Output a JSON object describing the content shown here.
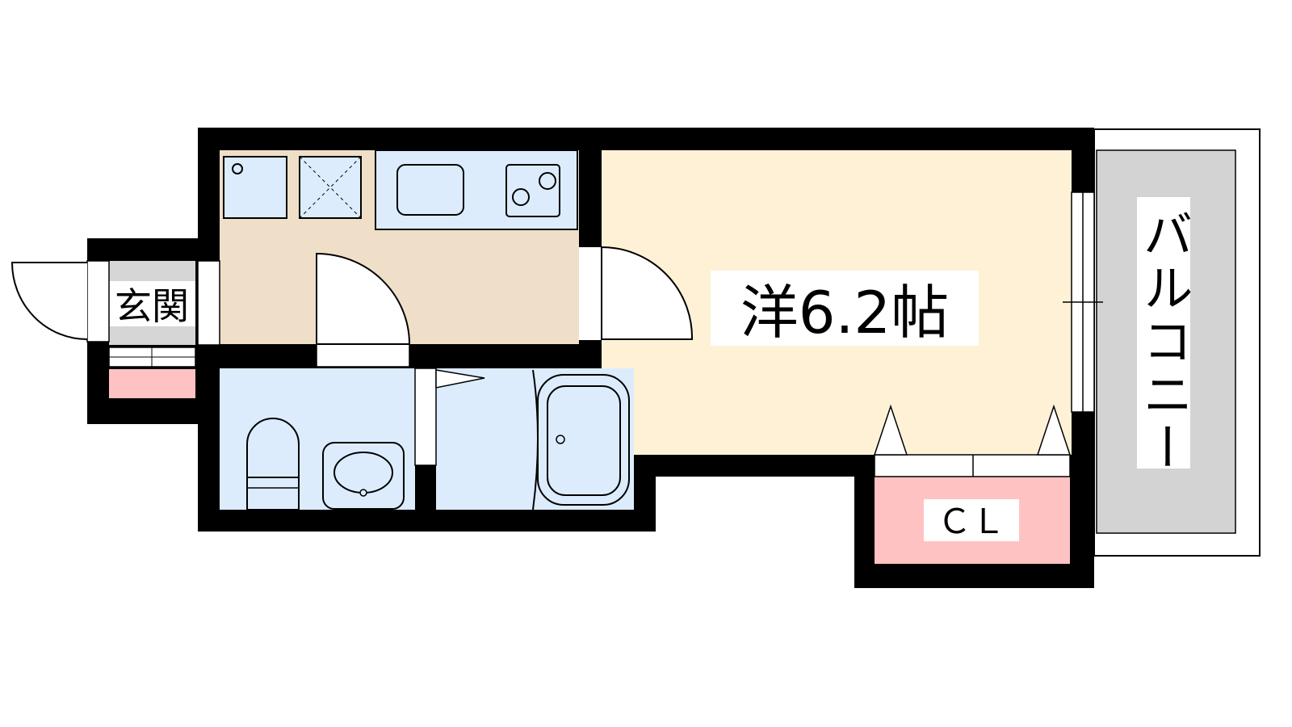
{
  "floor_plan": {
    "rooms": {
      "western_room": {
        "label": "洋6.2帖"
      },
      "entrance": {
        "label": "玄関"
      },
      "balcony": {
        "label": "バルコニー"
      },
      "closet": {
        "label": "ＣＬ"
      },
      "kitchen": {
        "label": ""
      },
      "toilet_washroom": {
        "label": ""
      },
      "bathroom": {
        "label": ""
      }
    },
    "colors": {
      "wall": "#000000",
      "western_room": "#fff1d6",
      "kitchen": "#efdfc8",
      "wet_area": "#dcecfd",
      "closet": "#ffc2c2",
      "balcony": "#d3d3d3",
      "entrance_floor": "#d6d6d6",
      "label_bg": "#ffffff"
    }
  }
}
